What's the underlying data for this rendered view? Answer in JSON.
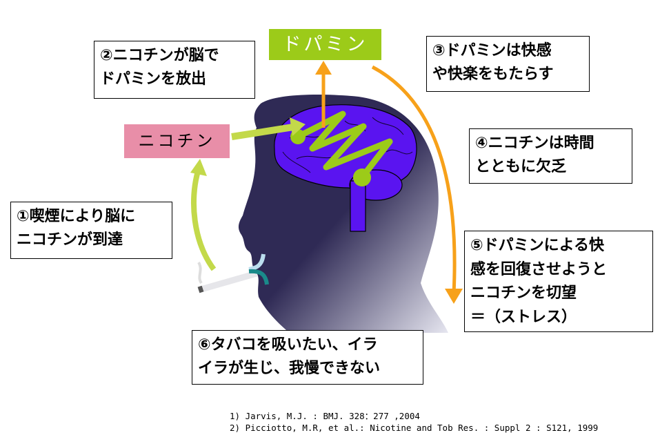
{
  "title_boxes": {
    "dopamine": "ドパミン",
    "nicotine": "ニコチン"
  },
  "steps": [
    {
      "lines": [
        "①喫煙により脳に",
        "ニコチンが到達"
      ]
    },
    {
      "lines": [
        "②ニコチンが脳で",
        "ドパミンを放出"
      ]
    },
    {
      "lines": [
        "③ドパミンは快感",
        "や快楽をもたらす"
      ]
    },
    {
      "lines": [
        "④ニコチンは時間",
        "とともに欠乏"
      ]
    },
    {
      "lines": [
        "⑤ドパミンによる快",
        "感を回復させようと",
        "ニコチンを切望",
        "＝（ストレス）"
      ]
    },
    {
      "lines": [
        "⑥タバコを吸いたい、イラ",
        "イラが生じ、我慢できない"
      ]
    }
  ],
  "references": [
    "1) Jarvis, M.J. : BMJ. 328：277 ,2004",
    "2) Picciotto, M.R, et al.: Nicotine and Tob Res. : Suppl 2 : S121, 1999"
  ],
  "colors": {
    "dopamine": "#9ccb19",
    "nicotine": "#e88ea8",
    "head": "#2f2a55",
    "brain": "#5a14f0",
    "orange": "#f7a11a",
    "green": "#b5d334"
  }
}
